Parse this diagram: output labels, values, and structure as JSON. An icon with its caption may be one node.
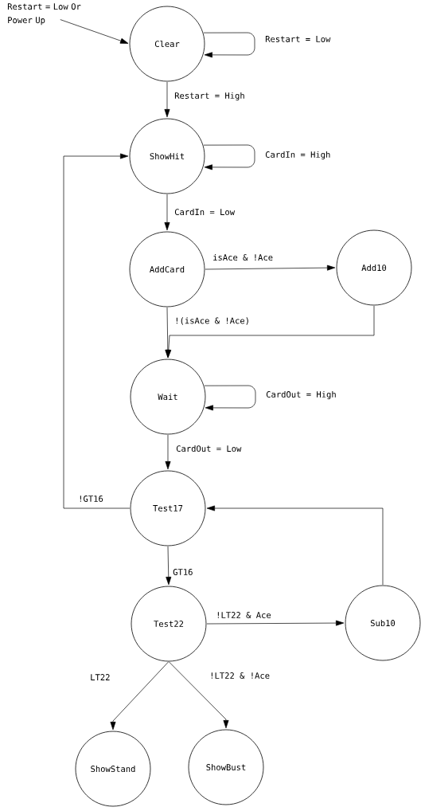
{
  "diagram": {
    "nodes": [
      {
        "text": [
          "Restart = Low Or Power Up"
        ]
      },
      {
        "text": [
          "Clear"
        ]
      },
      {
        "text": [
          "ShowHit"
        ]
      },
      {
        "text": [
          "AddCard"
        ]
      },
      {
        "text": [
          "Add10"
        ]
      },
      {
        "text": [
          "Wait"
        ]
      },
      {
        "text": [
          "Test17"
        ]
      },
      {
        "text": [
          "Test22"
        ]
      },
      {
        "text": [
          "Sub10"
        ]
      },
      {
        "text": [
          "ShowStand"
        ]
      },
      {
        "text": [
          "ShowBust"
        ]
      }
    ],
    "edges": [
      {
        "from": 0,
        "to": 1,
        "arrow": "to"
      },
      {
        "from": 1,
        "to": 1,
        "arrow": "to",
        "label": "Restart = Low"
      },
      {
        "from": 1,
        "to": 2,
        "arrow": "to",
        "label": "Restart = High"
      },
      {
        "from": 2,
        "to": 2,
        "arrow": "to",
        "label": "CardIn = High"
      },
      {
        "from": 2,
        "to": 3,
        "arrow": "to",
        "label": "CardIn = Low"
      },
      {
        "from": 3,
        "to": 4,
        "arrow": "to",
        "label": "isAce & !Ace"
      },
      {
        "from": 3,
        "to": 5,
        "arrow": "to",
        "label": "!(isAce & !Ace)"
      },
      {
        "from": 4,
        "to": 5,
        "arrow": "to"
      },
      {
        "from": 5,
        "to": 5,
        "arrow": "to",
        "label": "CardOut = High"
      },
      {
        "from": 5,
        "to": 6,
        "arrow": "to",
        "label": "CardOut = Low"
      },
      {
        "from": 6,
        "to": 2,
        "arrow": "to",
        "label": "!GT16"
      },
      {
        "from": 6,
        "to": 7,
        "arrow": "to",
        "label": "GT16"
      },
      {
        "from": 7,
        "to": 8,
        "arrow": "to",
        "label": "!LT22 & Ace"
      },
      {
        "from": 8,
        "to": 6,
        "arrow": "to"
      },
      {
        "from": 7,
        "to": 9,
        "arrow": "to",
        "label": "LT22"
      },
      {
        "from": 7,
        "to": 10,
        "arrow": "to",
        "label": "!LT22 & !Ace"
      }
    ]
  }
}
